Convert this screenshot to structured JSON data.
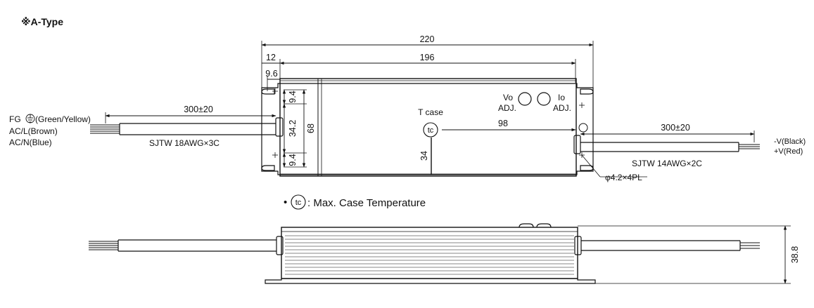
{
  "title": "※A-Type",
  "dimensions": {
    "overall_length": "220",
    "body_length": "196",
    "flange_offset": "12",
    "hole_offset": "9.6",
    "body_width": "68",
    "inner_span": "34.2",
    "edge_top": "9.4",
    "edge_bottom": "9.4",
    "tc_offset_x": "98",
    "tc_offset_y": "34",
    "height": "38.8"
  },
  "input_cable": {
    "length": "300±20",
    "fg_prefix": "FG",
    "fg_color": "(Green/Yellow)",
    "line": "AC/L(Brown)",
    "neutral": "AC/N(Blue)",
    "spec": "SJTW 18AWG×3C"
  },
  "output_cable": {
    "length": "300±20",
    "neg": "-V(Black)",
    "pos": "+V(Red)",
    "spec": "SJTW 14AWG×2C"
  },
  "adjust": {
    "vo": "Vo",
    "io": "Io",
    "adj": "ADJ."
  },
  "tcase_label": "T case",
  "tc_symbol": "tc",
  "mount_holes": "φ4.2×4PL",
  "legend": {
    "bullet": "•",
    "text": ": Max. Case Temperature"
  }
}
